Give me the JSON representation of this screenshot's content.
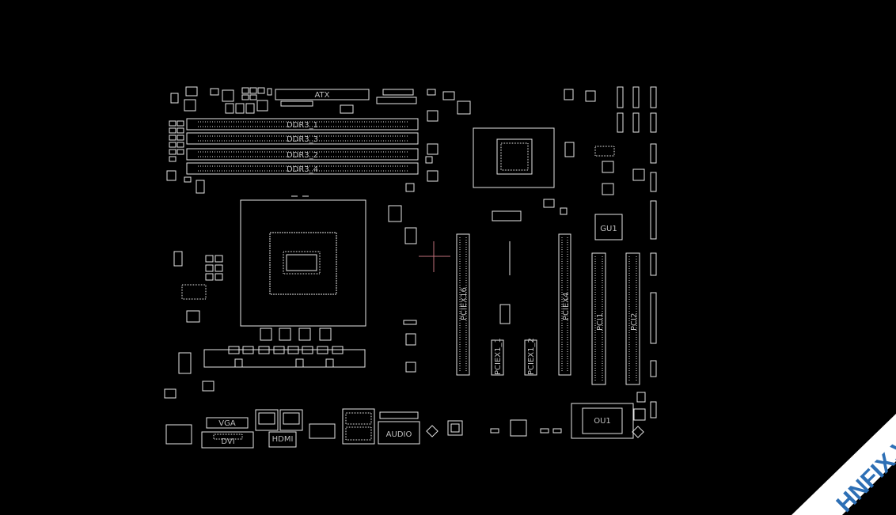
{
  "board": {
    "background": "#000000",
    "outline_color": "#e6e6e6",
    "cursor_color": "#c0707a",
    "labels": {
      "atx": "ATX",
      "ddr1": "DDR3_1",
      "ddr2": "DDR3_3",
      "ddr3": "DDR3_2",
      "ddr4": "DDR3_4",
      "pciex16": "PCIEX16",
      "pciex4": "PCIEX4",
      "pciex1_1": "PCIEX1_1",
      "pciex1_2": "PCIEX1_2",
      "pci1": "PCI1",
      "pci2": "PCI2",
      "gu1": "GU1",
      "ou1": "OU1",
      "vga": "VGA",
      "dvi": "DVI",
      "hdmi": "HDMI",
      "audio": "AUDIO"
    }
  },
  "watermark": {
    "text": "HNFIX.VN",
    "band_color": "#ffffff",
    "text_color": "#2d6fb5",
    "accent_color": "#e0392b"
  }
}
